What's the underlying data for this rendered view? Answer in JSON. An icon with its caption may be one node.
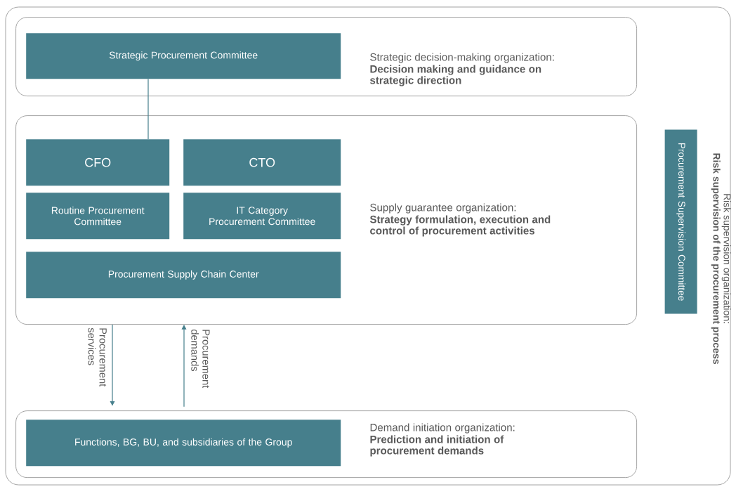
{
  "diagram": {
    "nodes": [
      {
        "text": [],
        "shape": "box"
      },
      {
        "text": [
          "Strategic decision-making organization:",
          "Decision making and guidance on strategic direction"
        ],
        "in": 0
      },
      {
        "text": [
          "Strategic Procurement Committee"
        ],
        "in": 1
      },
      {
        "text": [
          "Supply guarantee organization:",
          "Strategy formulation, execution and control of procurement activities"
        ],
        "in": 0
      },
      {
        "text": [
          "CFO"
        ],
        "in": 3
      },
      {
        "text": [
          "CTO"
        ],
        "in": 3
      },
      {
        "text": [
          "Routine Procurement Committee"
        ],
        "in": 3
      },
      {
        "text": [
          "IT Category Procurement Committee"
        ],
        "in": 3
      },
      {
        "text": [
          "Procurement Supply Chain Center"
        ],
        "in": 3
      },
      {
        "text": [
          "Demand initiation organization:",
          "Prediction and initiation of procurement demands"
        ],
        "in": 0
      },
      {
        "text": [
          "Functions, BG, BU, and subsidiaries of the Group"
        ],
        "in": 9
      },
      {
        "text": [
          "Procurement Supervision Committee"
        ],
        "beside": [
          "Risk supervision organization:",
          "Risk supervision of the procurement process"
        ],
        "in": 0
      }
    ],
    "edges": [
      {
        "from": 2,
        "to": 4,
        "arrow": "none"
      },
      {
        "from": 3,
        "to": 9,
        "arrow": "to",
        "label": "Procurement services"
      },
      {
        "from": 9,
        "to": 3,
        "arrow": "to",
        "label": "Procurement demands"
      }
    ]
  }
}
